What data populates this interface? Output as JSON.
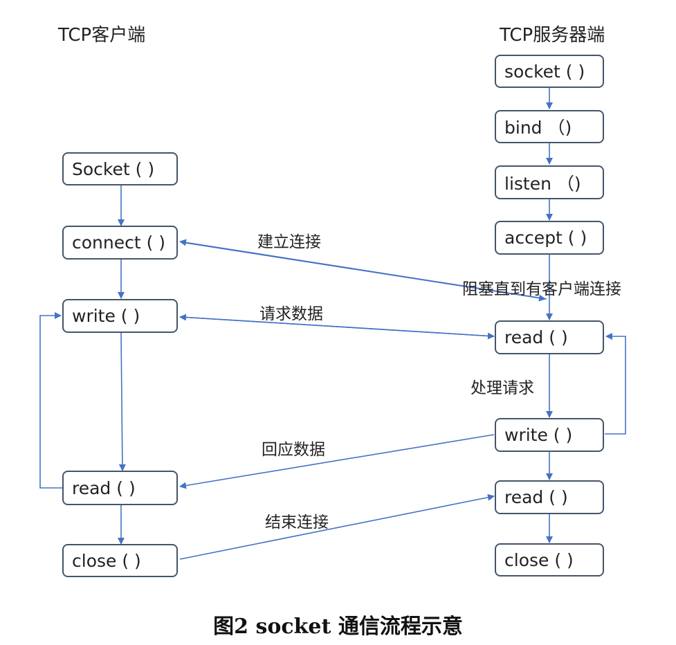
{
  "titles": {
    "client": "TCP客户端",
    "server": "TCP服务器端"
  },
  "client": {
    "socket": "Socket ( )",
    "connect": "connect ( )",
    "write": "write ( )",
    "read": "read ( )",
    "close": "close ( )"
  },
  "server": {
    "socket": "socket ( )",
    "bind": "bind （)",
    "listen": "listen （)",
    "accept": "accept ( )",
    "read1": "read ( )",
    "write": "write ( )",
    "read2": "read ( )",
    "close": "close ( )"
  },
  "labels": {
    "connect": "建立连接",
    "block": "阻塞直到有客户端连接",
    "request": "请求数据",
    "process": "处理请求",
    "response": "回应数据",
    "finish": "结束连接"
  },
  "caption": "图2   socket 通信流程示意",
  "colors": {
    "arrow": "#4472c4",
    "box_border": "#44546a"
  }
}
